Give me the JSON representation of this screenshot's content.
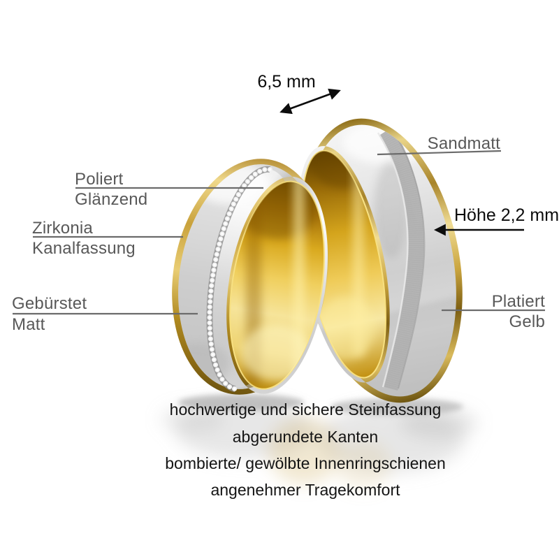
{
  "measurements": {
    "width": "6,5 mm",
    "height": "Höhe 2,2 mm"
  },
  "callouts": {
    "sandmatt": {
      "line1": "Sandmatt"
    },
    "poliert": {
      "line1": "Poliert",
      "line2": "Glänzend"
    },
    "zirkonia": {
      "line1": "Zirkonia",
      "line2": "Kanalfassung"
    },
    "gebuerstet": {
      "line1": "Gebürstet",
      "line2": "Matt"
    },
    "platiert": {
      "line1": "Platiert",
      "line2": "Gelb"
    }
  },
  "features": [
    "hochwertige und sichere Steinfassung",
    "abgerundete Kanten",
    "bombierte/ gewölbte Innenringschienen",
    "angenehmer Tragekomfort"
  ],
  "colors": {
    "background": "#ffffff",
    "gold": "#d4a93c",
    "gold_dark": "#8a6914",
    "white_gold": "#d9d9d9",
    "label_text": "#585858",
    "leader_line": "#6b6b6b",
    "measure_text": "#0c0c0c"
  }
}
